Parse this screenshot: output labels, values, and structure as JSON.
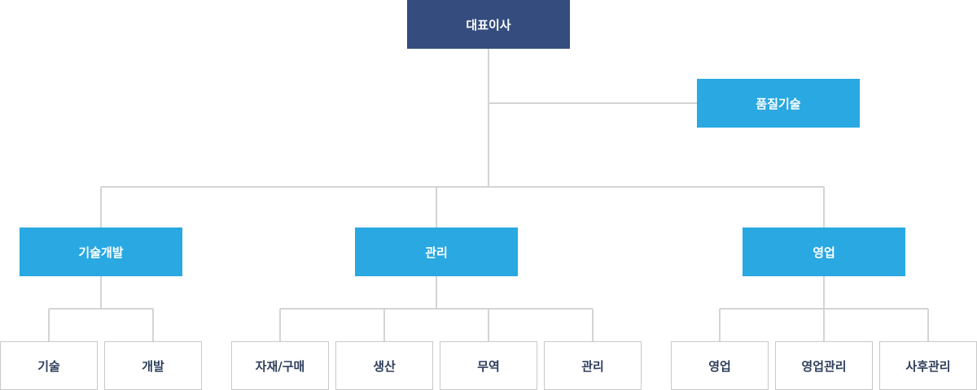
{
  "org": {
    "ceo": {
      "label": "대표이사"
    },
    "staff": {
      "label": "품질기술"
    },
    "departments": [
      {
        "label": "기술개발",
        "teams": [
          "기술",
          "개발"
        ]
      },
      {
        "label": "관리",
        "teams": [
          "자재/구매",
          "생산",
          "무역",
          "관리"
        ]
      },
      {
        "label": "영업",
        "teams": [
          "영업",
          "영업관리",
          "사후관리"
        ]
      }
    ]
  },
  "colors": {
    "ceo_box": "#344d7e",
    "dept_box": "#29a8e1",
    "team_text": "#2e3f5c",
    "team_border": "#c9c9c9",
    "connector": "#d4d4d4"
  }
}
